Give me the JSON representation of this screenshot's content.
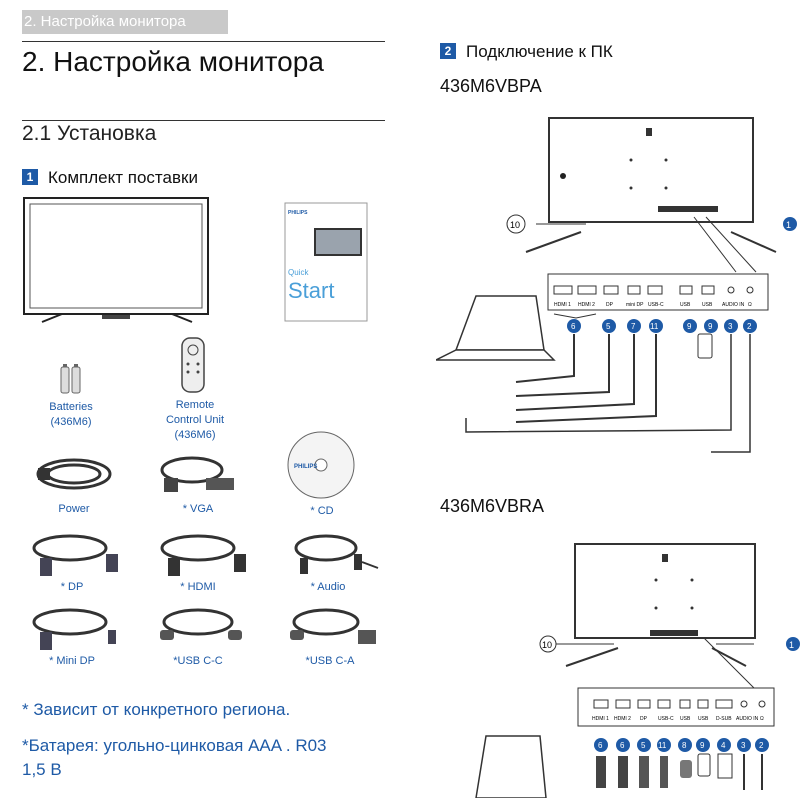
{
  "header": {
    "tab": "2. Настройка монитора"
  },
  "title": "2.  Настройка монитора",
  "subtitle": "2.1  Установка",
  "package": {
    "badge": "1",
    "heading": "Комплект поставки",
    "quickstart": {
      "line1": "Quick",
      "line2": "Start"
    },
    "cd_text": "PHILIPS",
    "items": {
      "batteries": "Batteries\n(436M6)",
      "remote": "Remote\nControl Unit\n(436M6)",
      "power": "Power",
      "vga": "* VGA",
      "cd": "* CD",
      "dp": "* DP",
      "hdmi": "* HDMI",
      "audio": "* Audio",
      "minidp": "* Mini DP",
      "usbcc": "*USB C-C",
      "usbca": "*USB C-A"
    }
  },
  "notes": {
    "region": "* Зависит от конкретного региона.",
    "battery": "*Батарея: угольно-цинковая AAA  . R03\n1,5 В"
  },
  "connect": {
    "badge": "2",
    "heading": "Подключение к ПК",
    "model1": "436M6VBPA",
    "model2": "436M6VBRA",
    "ports1": [
      "HDMI 1",
      "HDMI 2",
      "DP",
      "mini DP",
      "USB-C",
      "USB",
      "USB",
      "AUDIO IN",
      "Ω"
    ],
    "ports2": [
      "HDMI 1",
      "HDMI 2",
      "DP",
      "USB-C",
      "USB",
      "USB",
      "D-SUB",
      "AUDIO IN",
      "Ω"
    ],
    "numbers1": [
      "6",
      "5",
      "7",
      "11",
      "9",
      "9",
      "3",
      "2"
    ],
    "numbers2": [
      "6",
      "6",
      "5",
      "11",
      "8",
      "9",
      "4",
      "3",
      "2"
    ],
    "callout_left": "10",
    "callout_right": "1"
  },
  "colors": {
    "accent": "#1e5aa6"
  }
}
